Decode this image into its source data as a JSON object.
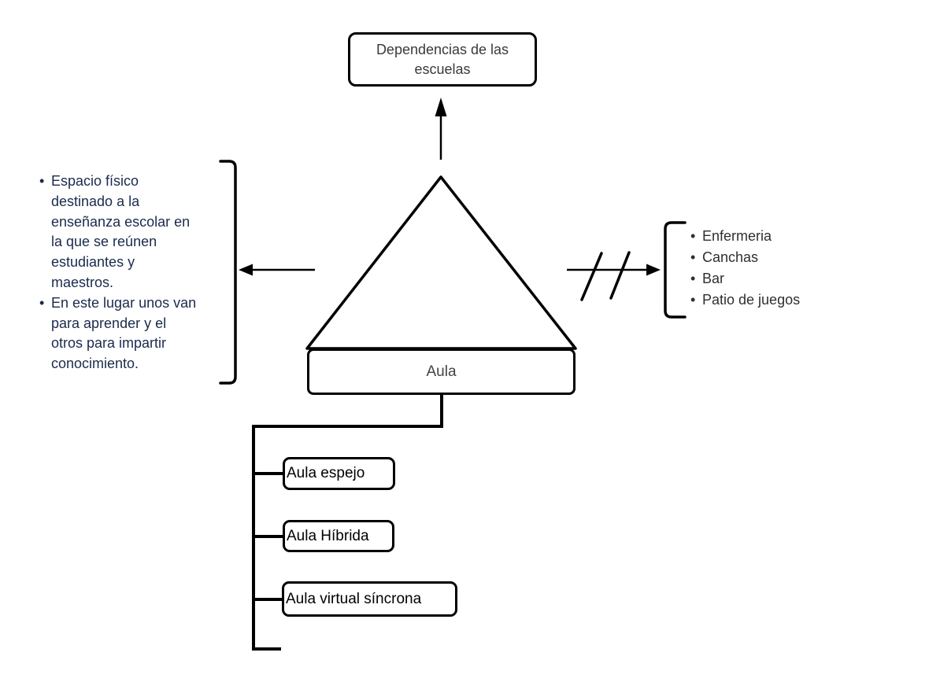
{
  "diagram": {
    "top_box": {
      "label": "Dependencias de las escuelas"
    },
    "center_node": {
      "label": "Aula"
    },
    "left_note": {
      "items": [
        "Espacio físico destinado a la enseñanza escolar en la que se reúnen estudiantes y maestros.",
        "En este lugar unos van para aprender y el otros para impartir conocimiento."
      ]
    },
    "right_note": {
      "items": [
        "Enfermeria",
        "Canchas",
        "Bar",
        "Patio de juegos"
      ]
    },
    "children": [
      {
        "label": "Aula espejo"
      },
      {
        "label": "Aula Híbrida"
      },
      {
        "label": "Aula virtual síncrona"
      }
    ],
    "colors": {
      "line": "#000000",
      "background": "#ffffff",
      "top_text": "#3a3a3a",
      "aula_text": "#434343",
      "left_text": "#1a2b4c",
      "right_text": "#2f2f2f",
      "child_text": "#000000"
    }
  }
}
